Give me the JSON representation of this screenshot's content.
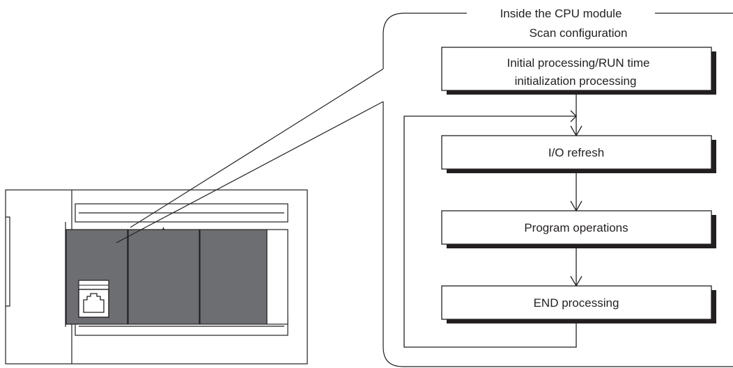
{
  "callout": {
    "title": "Inside the CPU module",
    "subtitle": "Scan configuration"
  },
  "steps": {
    "initial": {
      "line1": "Initial processing/RUN time",
      "line2": "initialization processing"
    },
    "io_refresh": "I/O refresh",
    "program_operations": "Program operations",
    "end_processing": "END processing"
  },
  "colors": {
    "module_face": "#6d6e71",
    "module_outline": "#231f20",
    "box_shadow": "#231f20",
    "line": "#231f20"
  },
  "icons": {
    "ethernet_port": "ethernet-port-icon",
    "status_led": "led-indicator-icon"
  }
}
